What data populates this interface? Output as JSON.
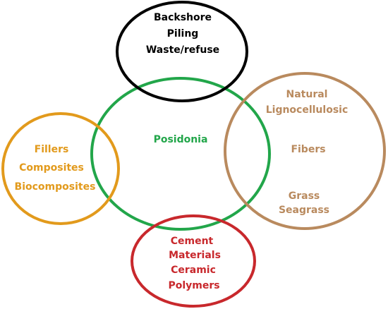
{
  "circles": {
    "backshore": {
      "color": "#000000",
      "lines": [
        "Backshore",
        "Piling",
        "Waste/refuse"
      ]
    },
    "posidonia": {
      "color": "#22a64a",
      "lines": [
        "Posidonia"
      ]
    },
    "natural": {
      "color": "#b98a5e",
      "lines": [
        "Natural",
        "Lignocellulosic",
        "Fibers",
        "Grass",
        "Seagrass"
      ]
    },
    "fillers": {
      "color": "#e29a1c",
      "lines": [
        "Fillers",
        "Composites",
        "Biocomposites"
      ]
    },
    "cement": {
      "color": "#c8282c",
      "lines": [
        "Cement",
        "Materials",
        "Ceramic",
        "Polymers"
      ]
    }
  }
}
